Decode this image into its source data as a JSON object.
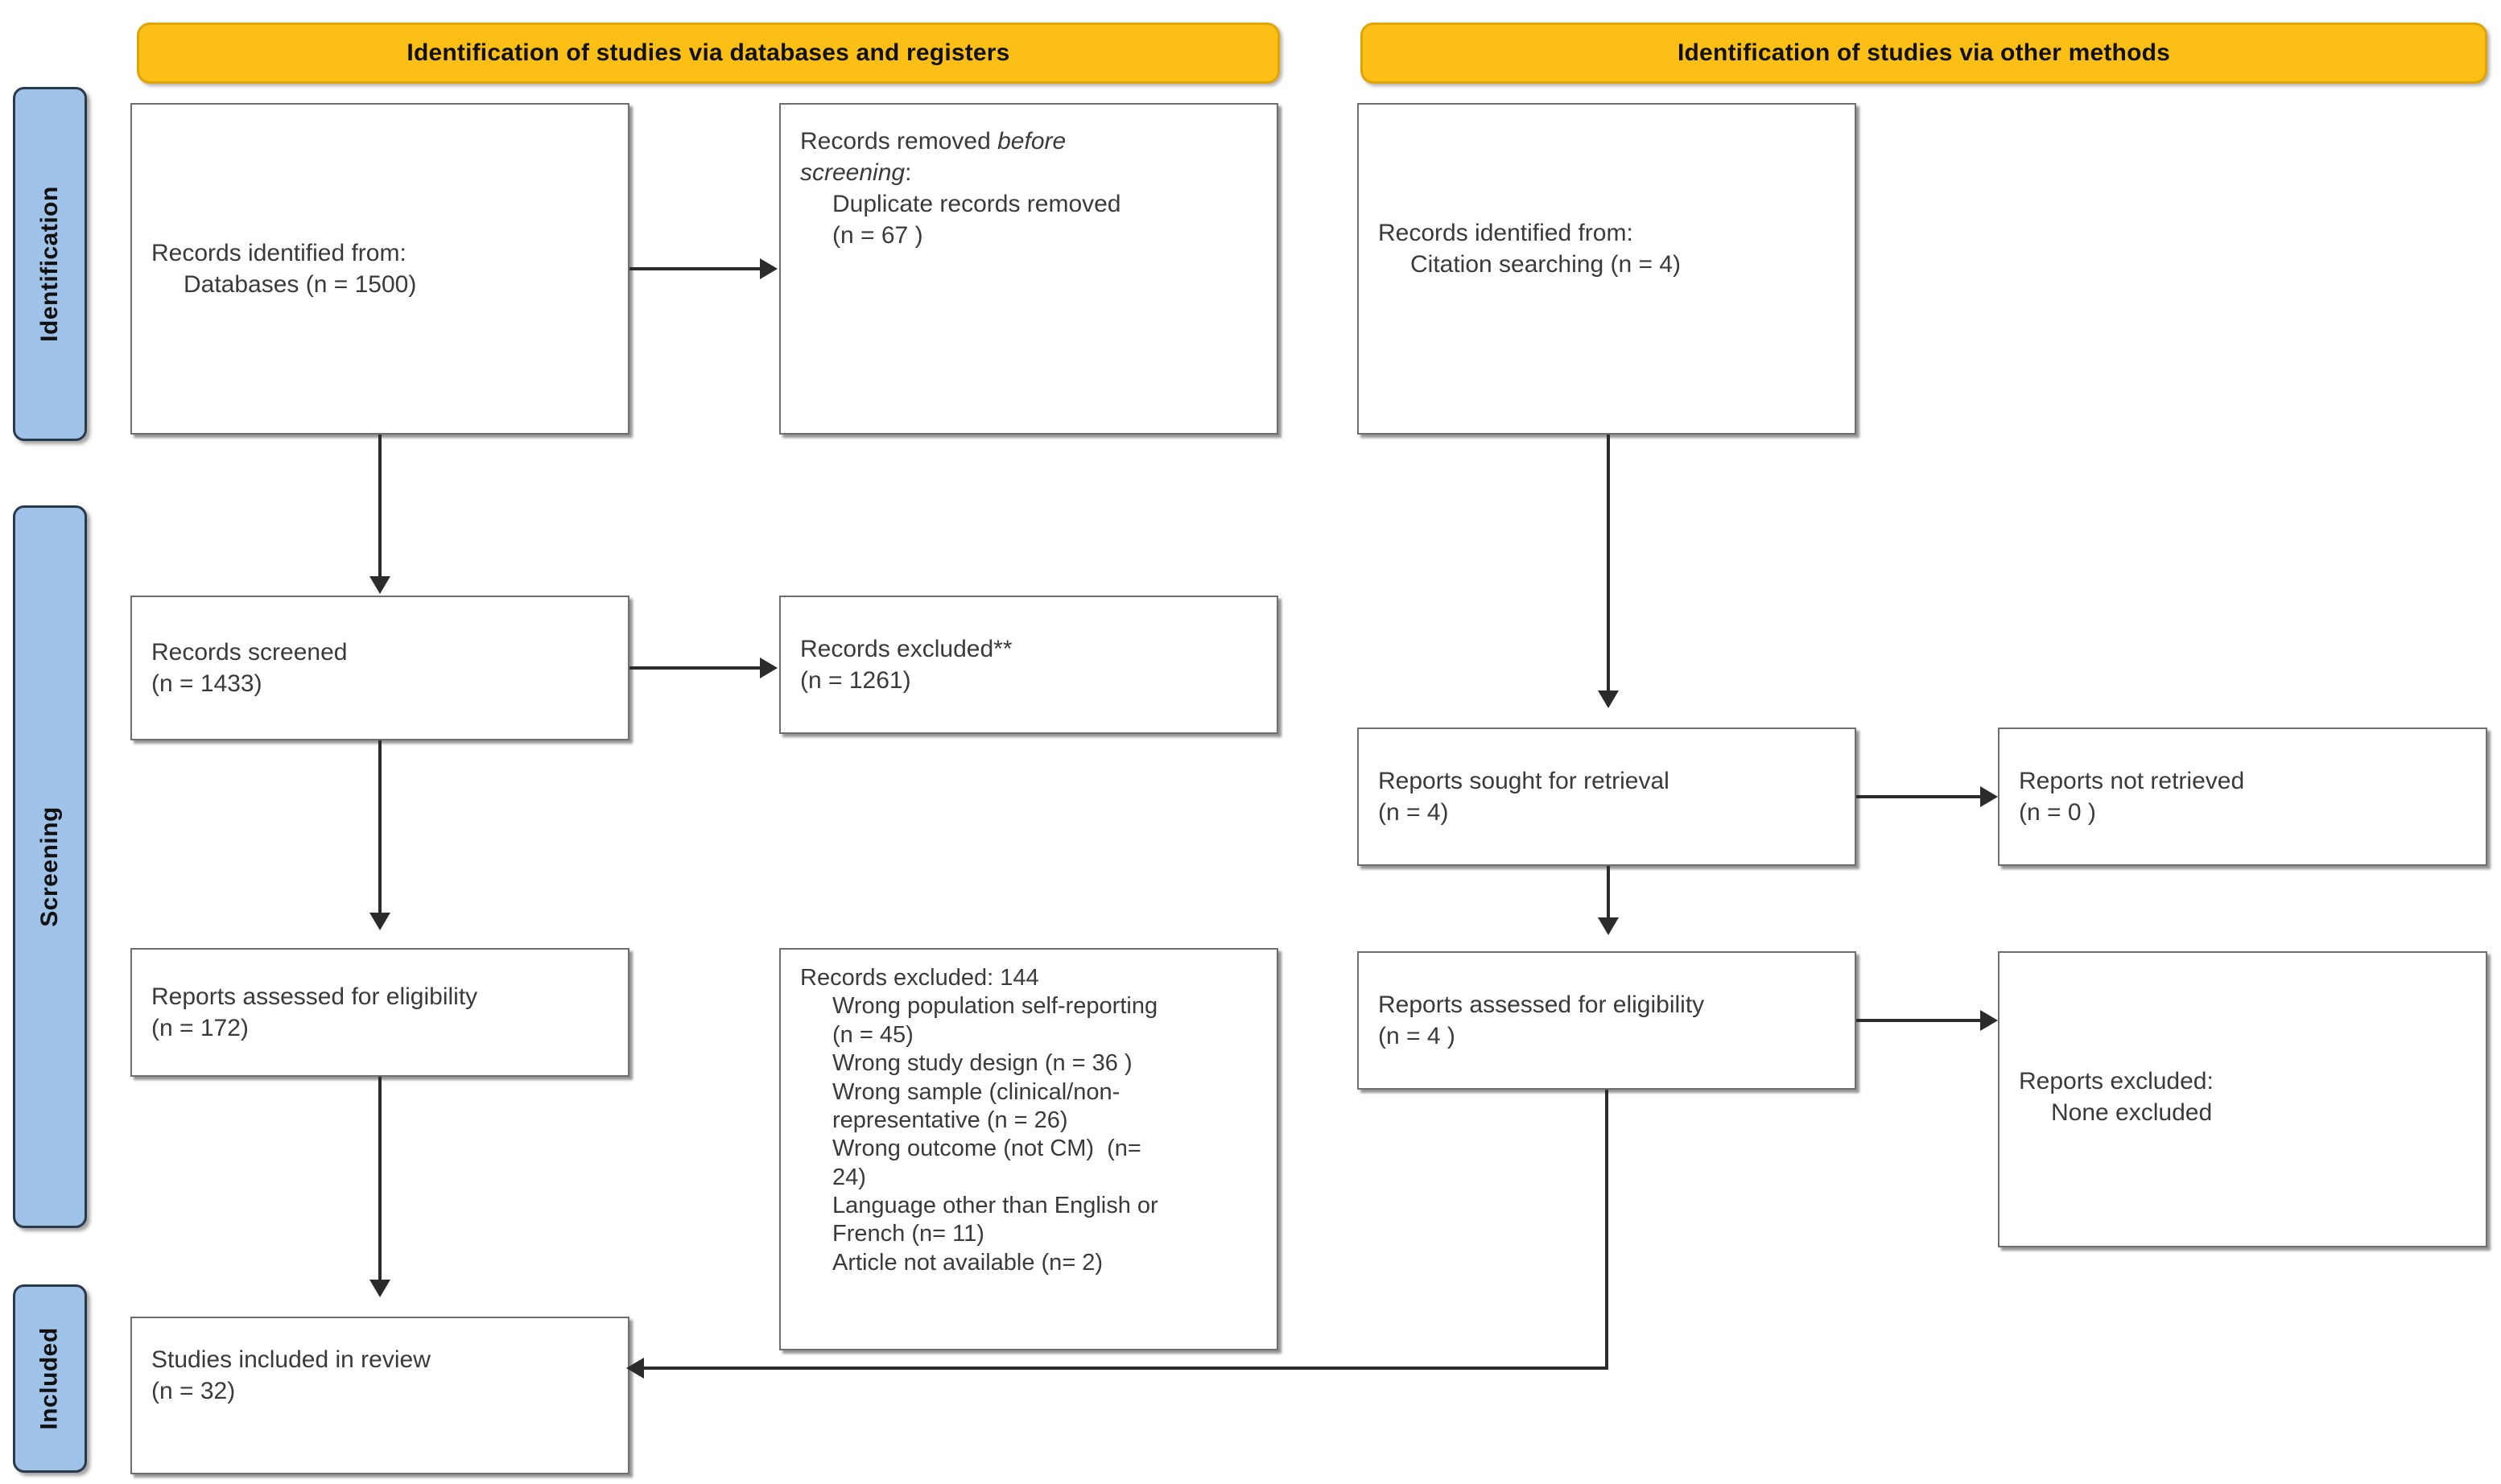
{
  "diagram": {
    "title": "PRISMA 2020 flow diagram",
    "colors": {
      "banner_fill": "#FBBF16",
      "banner_border": "#E0A408",
      "stage_fill": "#9FC2E8",
      "stage_border": "#2B3A4A",
      "box_border": "#6E6E6E",
      "connector": "#2B2B2B"
    }
  },
  "banners": {
    "left": "Identification of studies via databases and registers",
    "right": "Identification of studies via other methods"
  },
  "stage_labels": {
    "identification": "Identification",
    "screening": "Screening",
    "included": "Included"
  },
  "left_column": {
    "records_identified": {
      "line1": "Records identified from:",
      "line2": "Databases (n = 1500)"
    },
    "records_removed": {
      "line1_a": "Records removed ",
      "line1_b": "before",
      "line2_a": "screening",
      "line2_b": ":",
      "line3": "Duplicate records removed",
      "line4": "(n = 67 )"
    },
    "records_screened": {
      "line1": "Records screened",
      "line2": "(n = 1433)"
    },
    "records_excluded": {
      "line1": "Records excluded**",
      "line2": "(n = 1261)"
    },
    "reports_assessed": {
      "line1": "Reports assessed for eligibility",
      "line2": "(n = 172)"
    },
    "records_excluded_detail": {
      "heading": "Records excluded: 144",
      "items": [
        "Wrong population self-reporting",
        "(n = 45)",
        "Wrong study design (n = 36 )",
        "Wrong sample (clinical/non-",
        "representative (n = 26)",
        "Wrong outcome (not CM)  (n=",
        "24)",
        "Language other than English or",
        "French (n= 11)",
        "Article not available (n= 2)"
      ]
    },
    "studies_included": {
      "line1": "Studies included in review",
      "line2": "(n = 32)"
    }
  },
  "right_column": {
    "records_identified": {
      "line1": "Records identified from:",
      "line2": "Citation searching (n = 4)"
    },
    "reports_sought": {
      "line1": "Reports sought for retrieval",
      "line2": "(n = 4)"
    },
    "reports_not_retrieved": {
      "line1": "Reports not retrieved",
      "line2": "(n = 0 )"
    },
    "reports_assessed": {
      "line1": "Reports assessed for eligibility",
      "line2": "(n = 4 )"
    },
    "reports_excluded": {
      "line1": "Reports excluded:",
      "line2": "None excluded"
    }
  }
}
